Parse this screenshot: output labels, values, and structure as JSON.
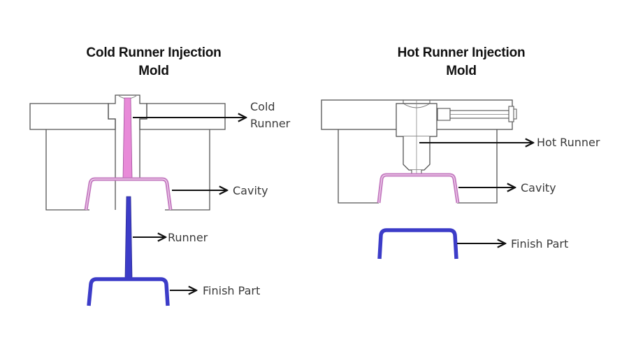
{
  "panels": {
    "cold": {
      "title_line1": "Cold Runner Injection",
      "title_line2": "Mold",
      "labels": {
        "cold_runner_1": "Cold",
        "cold_runner_2": "Runner",
        "cavity": "Cavity",
        "runner": "Runner",
        "finish_part": "Finish Part"
      }
    },
    "hot": {
      "title_line1": "Hot Runner Injection",
      "title_line2": "Mold",
      "labels": {
        "hot_runner": "Hot Runner",
        "cavity": "Cavity",
        "finish_part": "Finish Part"
      }
    }
  },
  "colors": {
    "outline": "#555555",
    "mold_fill": "#ffffff",
    "cavity_pink": "#c47bc0",
    "runner_pink": "#e88ad8",
    "part_blue": "#3c3cc8",
    "arrow": "#111111",
    "label_text": "#3a3a3a"
  }
}
